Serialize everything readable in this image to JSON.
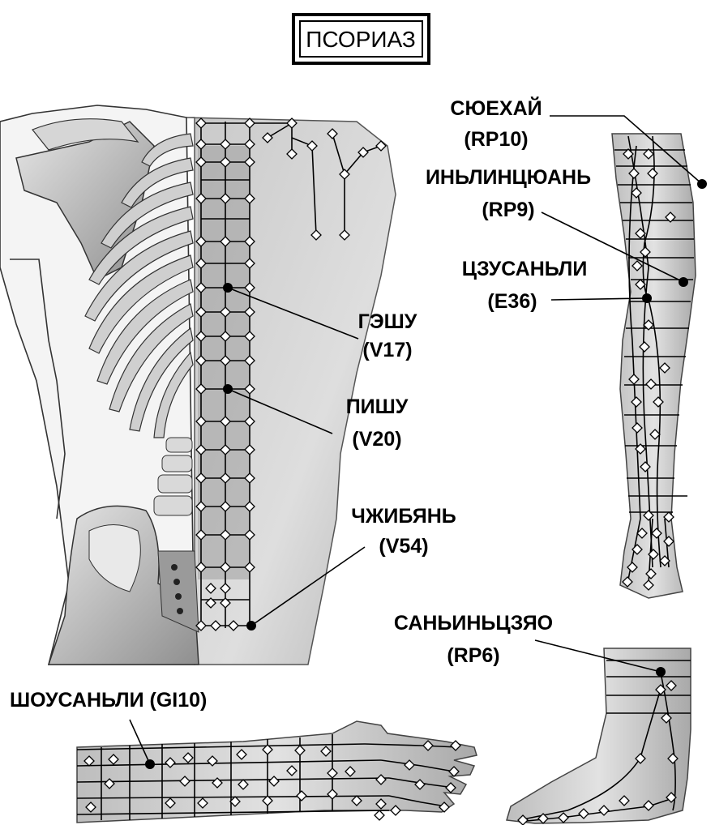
{
  "title": "ПСОРИАЗ",
  "points": {
    "syuehai": {
      "name": "СЮЕХАЙ",
      "code": "(RP10)"
    },
    "yinlingquan": {
      "name": "ИНЬЛИНЦЮАНЬ",
      "code": "(RP9)"
    },
    "zusanli": {
      "name": "ЦЗУСАНЬЛИ",
      "code": "(E36)"
    },
    "geshu": {
      "name": "ГЭШУ",
      "code": "(V17)"
    },
    "pishu": {
      "name": "ПИШУ",
      "code": "(V20)"
    },
    "zhibian": {
      "name": "ЧЖИБЯНЬ",
      "code": "(V54)"
    },
    "sanyinjiao": {
      "name": "САНЬИНЬЦЗЯО",
      "code": "(RP6)"
    },
    "shousanli": {
      "label": "ШОУСАНЬЛИ (GI10)"
    }
  }
}
